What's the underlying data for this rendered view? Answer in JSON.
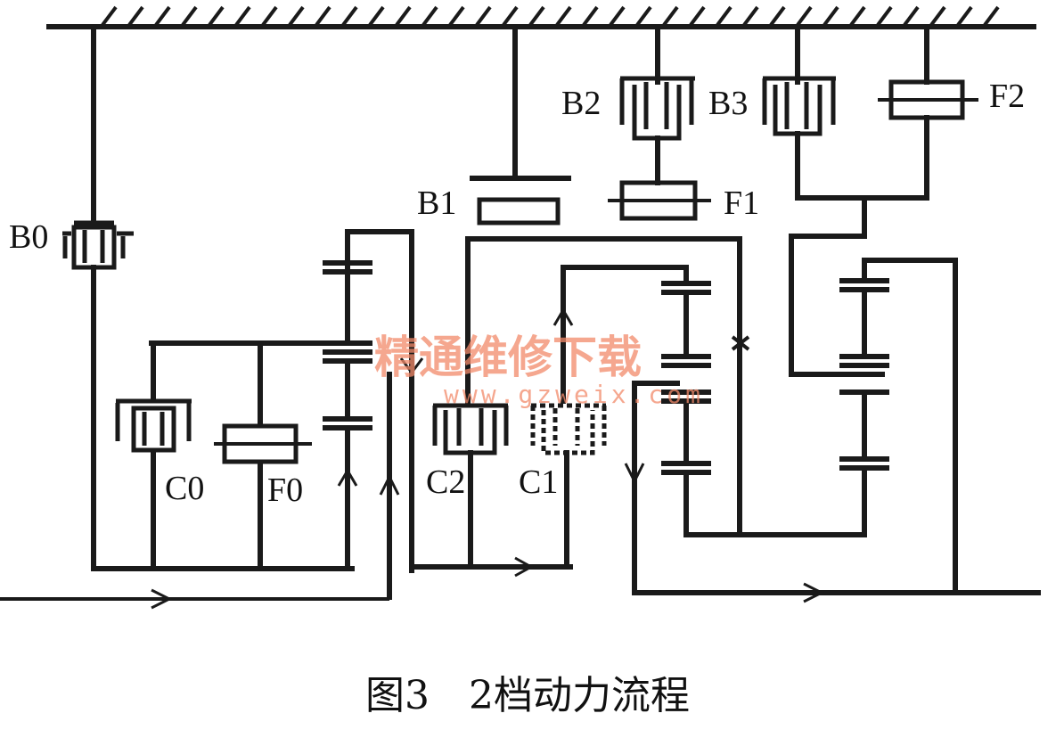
{
  "labels": {
    "b0": "B0",
    "b1": "B1",
    "b2": "B2",
    "b3": "B3",
    "f0": "F0",
    "f1": "F1",
    "f2": "F2",
    "c0": "C0",
    "c1": "C1",
    "c2": "C2"
  },
  "watermark": {
    "main": "精通维修下载",
    "url": "www.gzweix.com"
  },
  "caption": "图3　2档动力流程",
  "colors": {
    "line": "#1a1a1a",
    "watermark": "#f28a6a",
    "background": "#ffffff"
  }
}
